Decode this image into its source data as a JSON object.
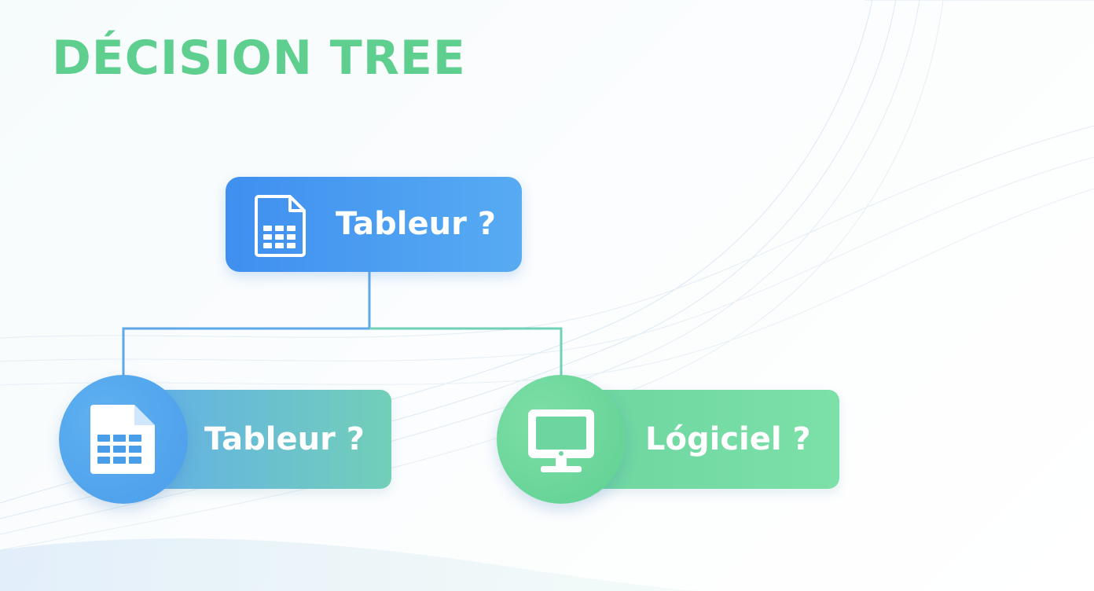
{
  "title": "DÉCISION TREE",
  "root": {
    "label": "Tableur ?",
    "icon": "spreadsheet-file-icon"
  },
  "children": [
    {
      "label": "Tableur ?",
      "icon": "spreadsheet-file-icon"
    },
    {
      "label": "Lógiciel ?",
      "icon": "monitor-icon"
    }
  ],
  "colors": {
    "title": "#5fcf8f",
    "blue": "#4a9de9",
    "green": "#6dd5a0",
    "text": "#ffffff"
  }
}
